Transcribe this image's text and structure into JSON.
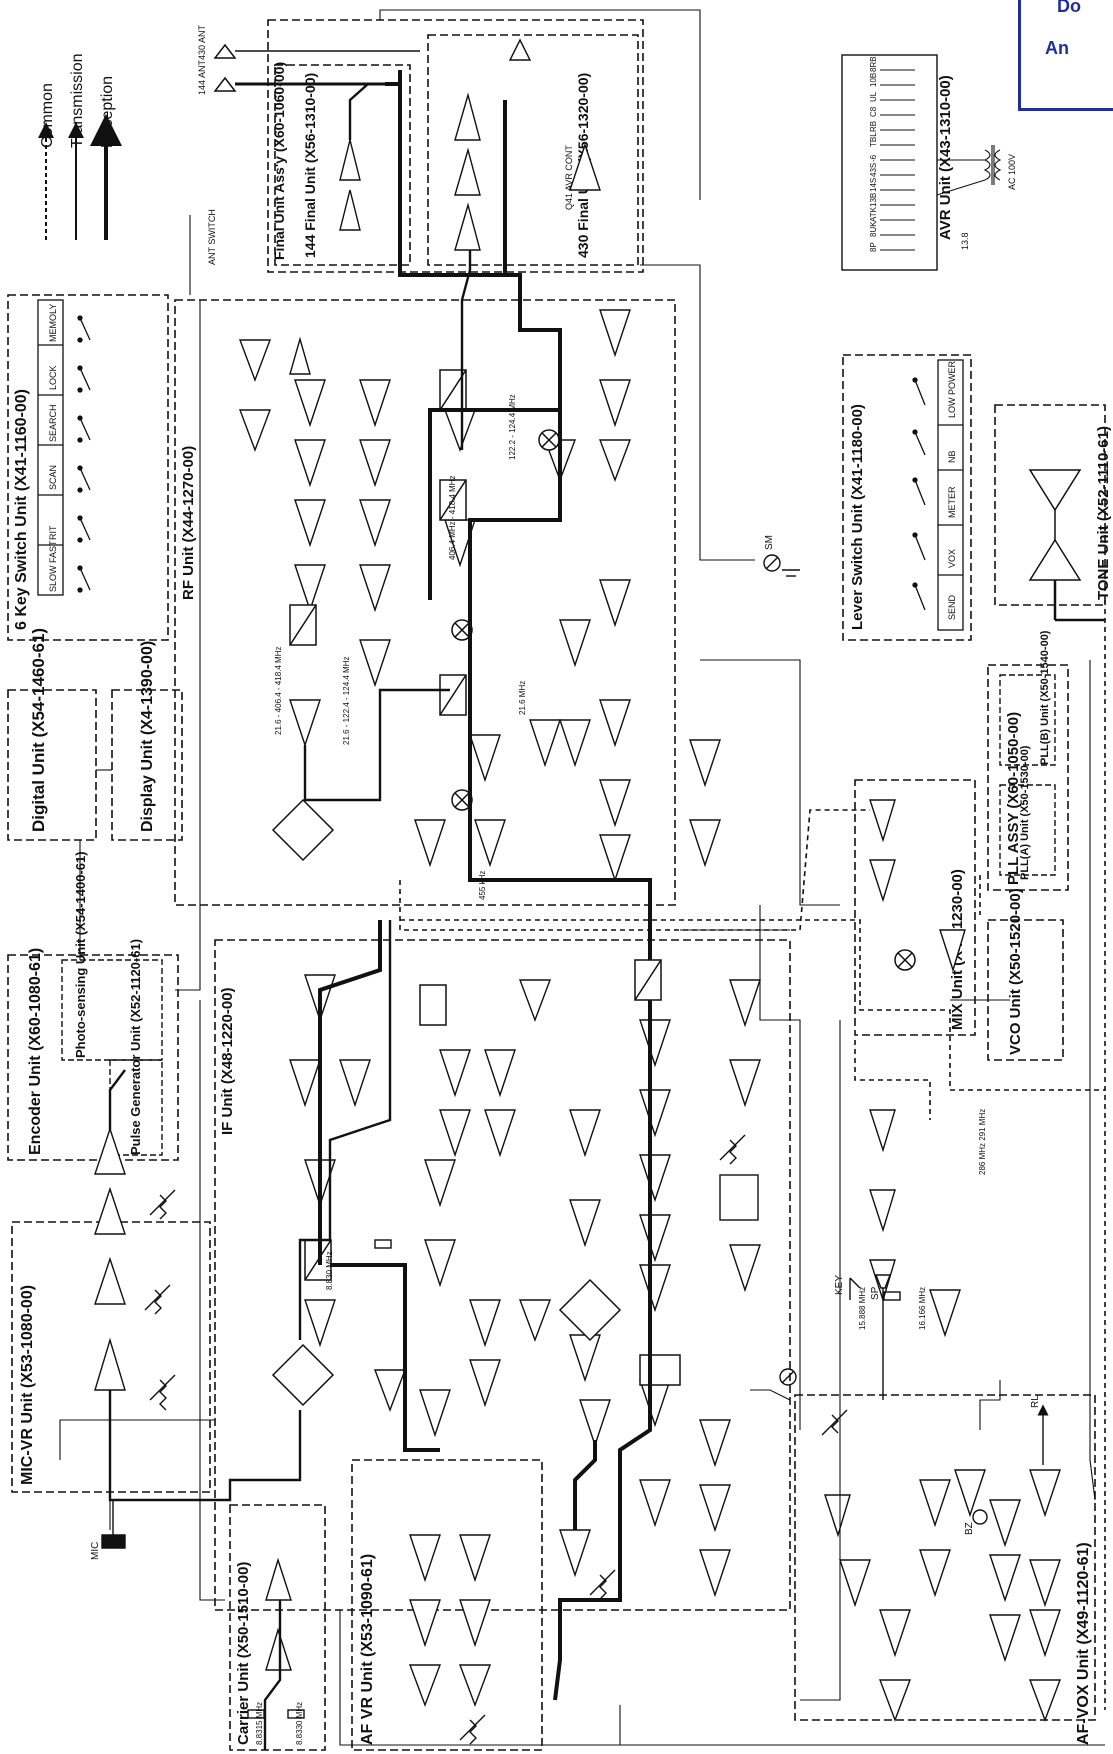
{
  "corner_text": {
    "line1": "Do",
    "line2": "An"
  },
  "legend": {
    "common": "Common",
    "transmission": "Transmission",
    "reception": "Reception"
  },
  "antennas": {
    "a430": "430 ANT",
    "a144": "144 ANT"
  },
  "units": {
    "final_assy": "Final Unit Ass'y (X60-1060-00)",
    "final_144": "144 Final Unit (X56-1310-00)",
    "final_430": "430 Final Unit (X56-1320-00)",
    "avr": "AVR Unit (X43-1310-00)",
    "key6": "6 Key Switch Unit (X41-1160-00)",
    "rf": "RF Unit (X44-1270-00)",
    "lever": "Lever Switch Unit (X41-1180-00)",
    "tone": "TONE Unit (X52-1110-61)",
    "digital": "Digital Unit (X54-1460-61)",
    "display": "Display Unit (X4-1390-00)",
    "pll_assy": "PLL ASSY (X60-1050-00)",
    "pll_a": "PLL(A) Unit (X50-1530-00)",
    "pll_b": "PLL(B) Unit (X50-1540-00)",
    "mix": "MIX Unit (X48-1230-00)",
    "vco": "VCO Unit (X50-1520-00)",
    "encoder": "Encoder Unit (X60-1080-61)",
    "photo": "Photo-sensing Unit (X54-1400-61)",
    "pulse": "Pulse Generator Unit (X52-1120-61)",
    "if": "IF Unit (X48-1220-00)",
    "micvr": "MIC-VR Unit (X53-1080-00)",
    "carrier": "Carrier Unit (X50-1510-00)",
    "afvr": "AF VR Unit (X53-1090-61)",
    "afvox": "AF-VOX Unit (X49-1120-61)"
  },
  "key_switches": [
    "SLOW FAST",
    "RIT",
    "SCAN",
    "SEARCH",
    "LOCK",
    "MEMOLY"
  ],
  "lever_switches": [
    "SEND",
    "VOX",
    "METER",
    "NB",
    "LOW POWER"
  ],
  "avr_labels": [
    "8RB",
    "10B",
    "UL",
    "C8",
    "RB",
    "TBL",
    "-6",
    "43S",
    "14S",
    "13B",
    "ATK",
    "8UK",
    "8P"
  ],
  "freq_labels": {
    "rf1": "21.6 - 406.4 - 418.4 MHz",
    "rf2": "21.6 - 122.4 - 124.4 MHz",
    "mix1": "406.4 MHz - 418.4 MHz",
    "mix2": "122.2 - 124.4 MHz",
    "if1": "21.6 MHz",
    "if2": "455 kHz",
    "xtal1": "8.830 MHz",
    "vco1": "286 MHz 291 MHz",
    "xtal2": "16.166 MHz",
    "xtal3": "15.888 MHz",
    "carrier1": "8.8315 MHz",
    "carrier2": "8.8330 MHz"
  },
  "misc_labels": {
    "ant_switch": "ANT SWITCH",
    "avr_cont": "Q41 AVR CONT",
    "mic": "MIC",
    "key": "KEY",
    "sp": "SP",
    "bz": "BZ",
    "rl": "RL",
    "sm": "SM",
    "ac100": "AC 100V",
    "v138": "13.8"
  }
}
